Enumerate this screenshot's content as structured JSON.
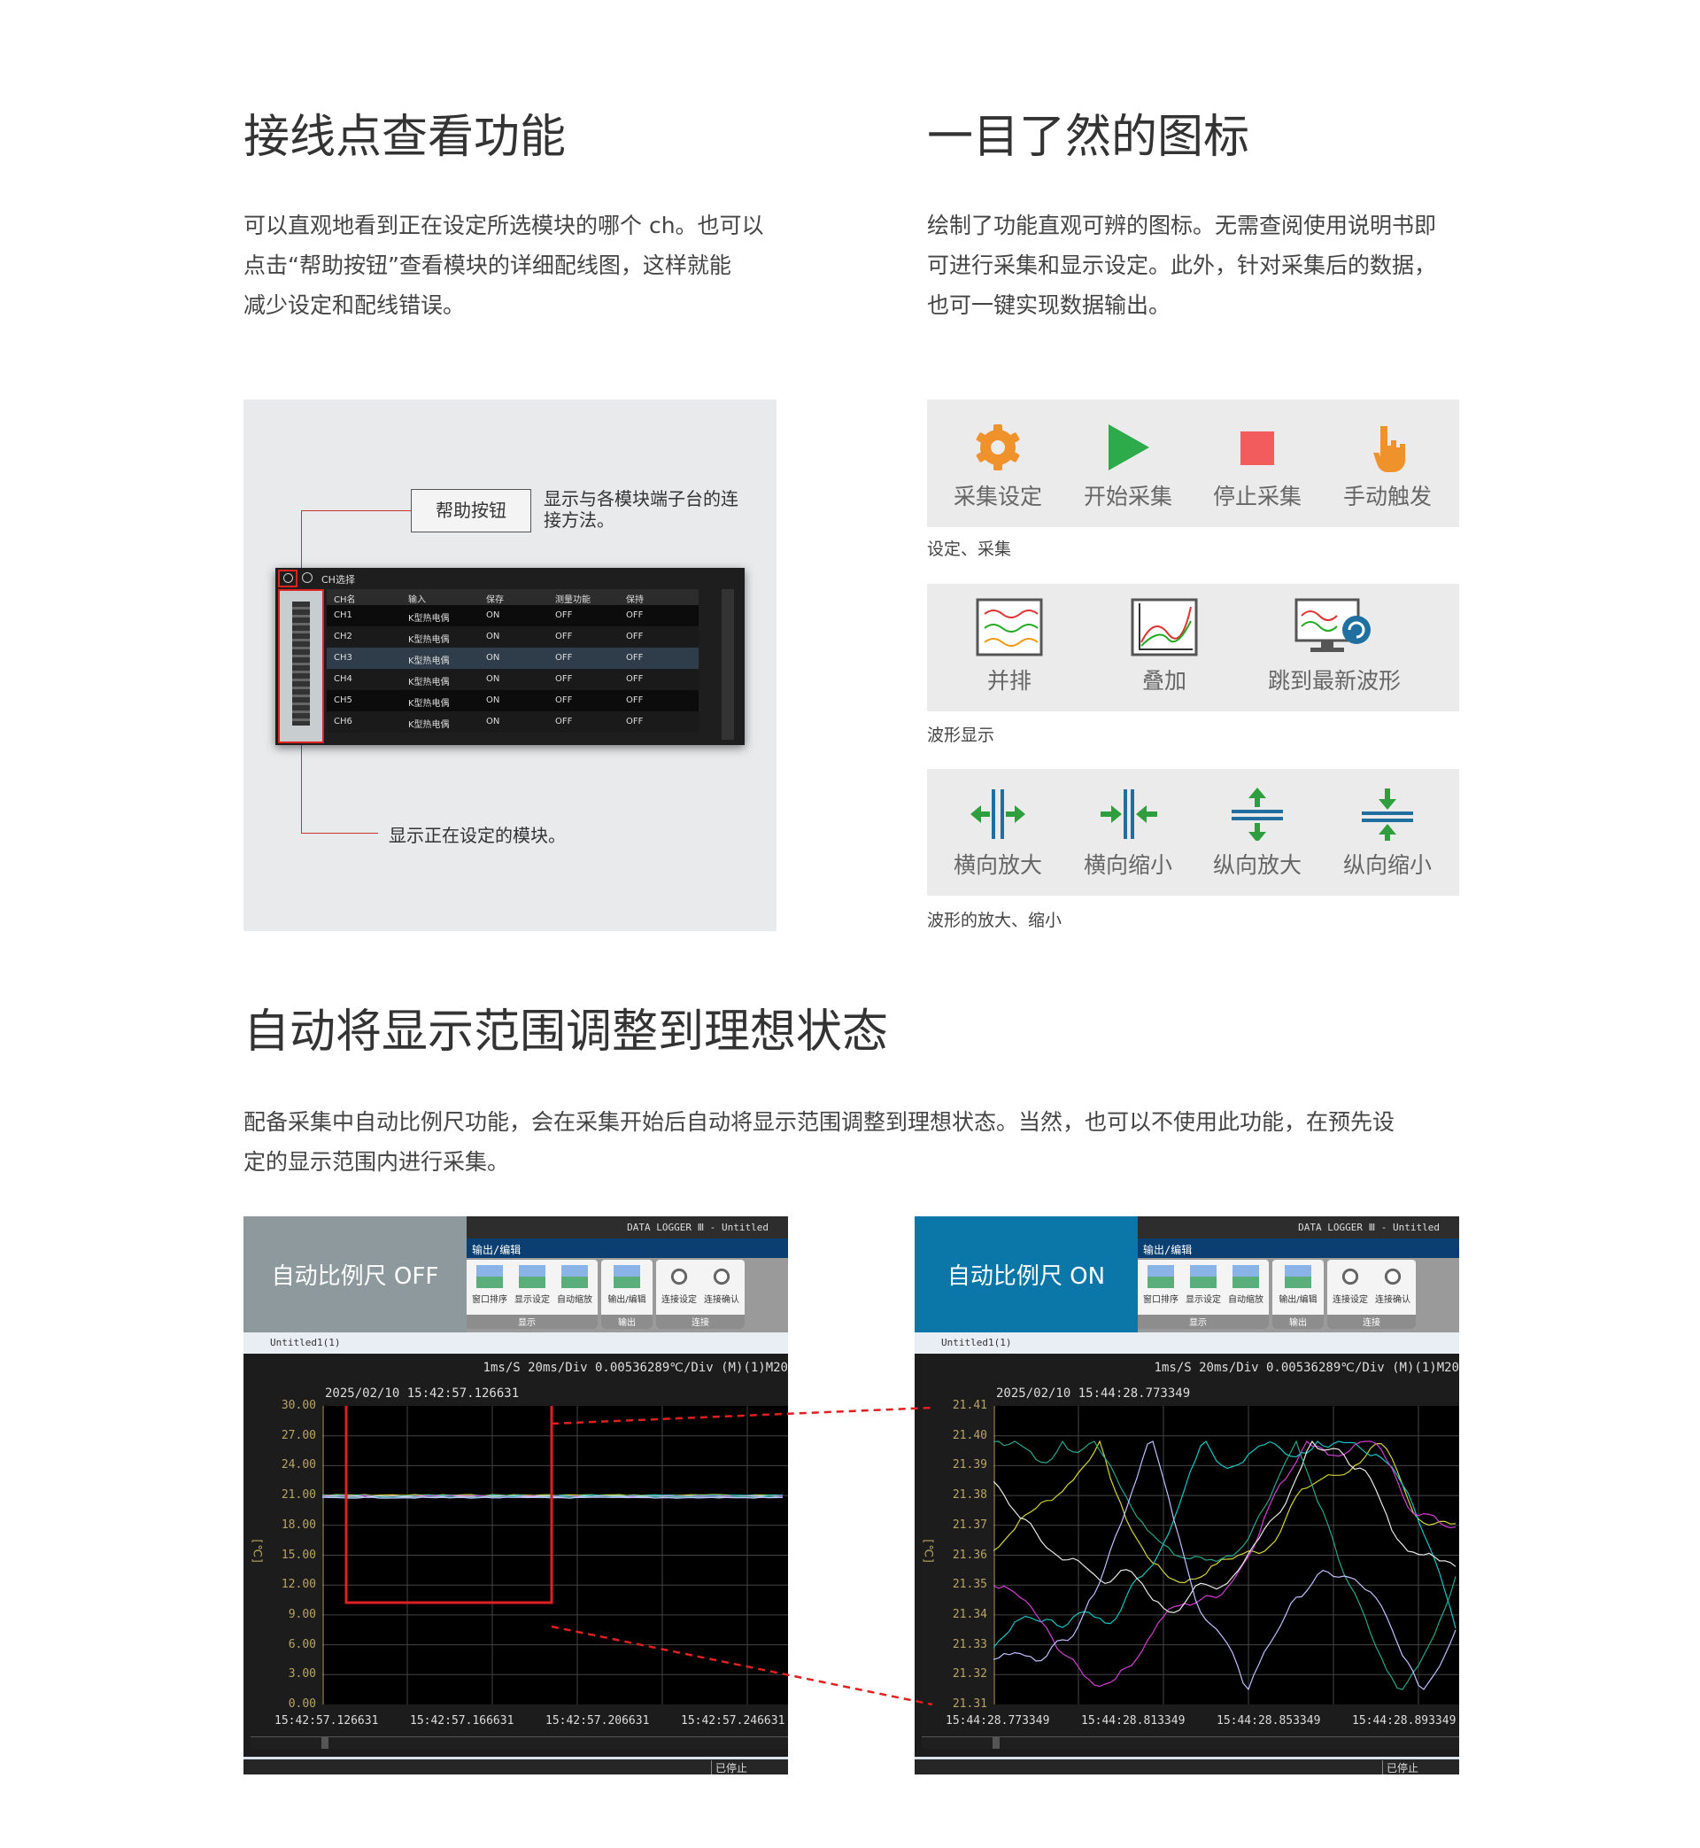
{
  "sec1": {
    "title": "接线点查看功能",
    "para": [
      "可以直观地看到正在设定所选模块的哪个 ch。也可以",
      "点击“帮助按钮”查看模块的详细配线图，这样就能",
      "减少设定和配线错误。"
    ],
    "help_button": "帮助按钮",
    "help_desc": [
      "显示与各模块端子台的连",
      "接方法。"
    ],
    "module_desc": "显示正在设定的模块。",
    "window": {
      "title": "CH选择",
      "columns": [
        "CH名",
        "输入",
        "保存",
        "测量功能",
        "保持"
      ],
      "rows": [
        [
          "CH1",
          "K型热电偶",
          "ON",
          "OFF",
          "OFF"
        ],
        [
          "CH2",
          "K型热电偶",
          "ON",
          "OFF",
          "OFF"
        ],
        [
          "CH3",
          "K型热电偶",
          "ON",
          "OFF",
          "OFF"
        ],
        [
          "CH4",
          "K型热电偶",
          "ON",
          "OFF",
          "OFF"
        ],
        [
          "CH5",
          "K型热电偶",
          "ON",
          "OFF",
          "OFF"
        ],
        [
          "CH6",
          "K型热电偶",
          "ON",
          "OFF",
          "OFF"
        ]
      ]
    }
  },
  "sec2": {
    "title": "一目了然的图标",
    "para": [
      "绘制了功能直观可辨的图标。无需查阅使用说明书即",
      "可进行采集和显示设定。此外，针对采集后的数据，",
      "也可一键实现数据输出。"
    ],
    "group1": {
      "items": [
        "采集设定",
        "开始采集",
        "停止采集",
        "手动触发"
      ],
      "caption": "设定、采集"
    },
    "group2": {
      "items": [
        "并排",
        "叠加",
        "跳到最新波形"
      ],
      "caption": "波形显示"
    },
    "group3": {
      "items": [
        "横向放大",
        "横向缩小",
        "纵向放大",
        "纵向缩小"
      ],
      "caption": "波形的放大、缩小"
    },
    "colors": {
      "gear": "#f0922b",
      "play": "#2daa4a",
      "stop": "#f25c5c",
      "zoom_green": "#2e9e3e",
      "zoom_blue": "#1f6fa0"
    }
  },
  "sec3": {
    "title": "自动将显示范围调整到理想状态",
    "para": [
      "配备采集中自动比例尺功能，会在采集开始后自动将显示范围调整到理想状态。当然，也可以不使用此功能，在预先设",
      "定的显示范围内进行采集。"
    ]
  },
  "app": {
    "title": "DATA LOGGER Ⅲ - Untitled",
    "menu": "输出/编辑",
    "ribbon": {
      "display": [
        "窗口排序",
        "显示设定",
        "自动缩放"
      ],
      "output": [
        "输出/编辑"
      ],
      "connect": [
        "连接设定",
        "连接确认"
      ],
      "groups": [
        "显示",
        "输出",
        "连接"
      ]
    },
    "doc": "Untitled1(1)",
    "info": "1ms/S  20ms/Div  0.00536289℃/Div  (M)(1)M20",
    "status": "已停止",
    "unit": "[℃]"
  },
  "shots": [
    {
      "tag": "自动比例尺 OFF",
      "tag_color": "#8e999d",
      "date": "2025/02/10 15:42:57.126631",
      "y_ticks": [
        "30.00",
        "27.00",
        "24.00",
        "21.00",
        "18.00",
        "15.00",
        "12.00",
        "9.00",
        "6.00",
        "3.00",
        "0.00"
      ],
      "x_ticks": [
        "15:42:57.126631",
        "15:42:57.166631",
        "15:42:57.206631",
        "15:42:57.246631"
      ]
    },
    {
      "tag": "自动比例尺 ON",
      "tag_color": "#0b76a8",
      "date": "2025/02/10 15:44:28.773349",
      "y_ticks": [
        "21.41",
        "21.40",
        "21.39",
        "21.38",
        "21.37",
        "21.36",
        "21.35",
        "21.34",
        "21.33",
        "21.32",
        "21.31"
      ],
      "x_ticks": [
        "15:44:28.773349",
        "15:44:28.813349",
        "15:44:28.853349",
        "15:44:28.893349"
      ]
    }
  ]
}
